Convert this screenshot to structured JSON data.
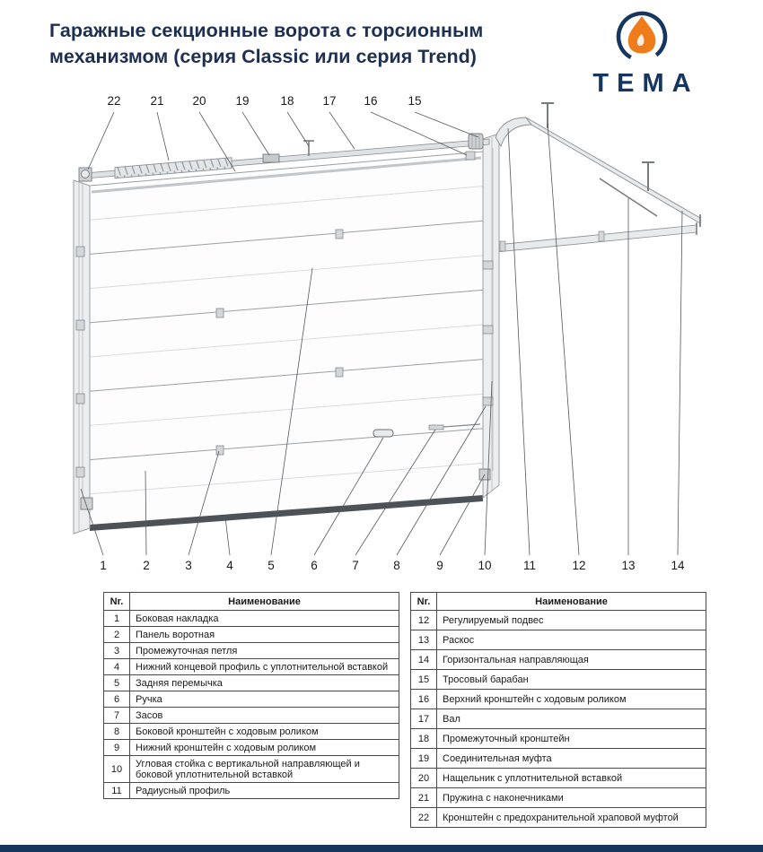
{
  "title": {
    "line1": "Гаражные секционные ворота с торсионным",
    "line2": "механизмом (серия Classic или серия Trend)"
  },
  "logo": {
    "text": "ТЕМА"
  },
  "colors": {
    "navy": "#17365d",
    "orange": "#ef7c1a"
  },
  "diagram": {
    "top_callouts": [
      "22",
      "21",
      "20",
      "19",
      "18",
      "17",
      "16",
      "15"
    ],
    "bottom_callouts": [
      "1",
      "2",
      "3",
      "4",
      "5",
      "6",
      "7",
      "8",
      "9",
      "10",
      "11",
      "12",
      "13",
      "14"
    ]
  },
  "tables": {
    "left": {
      "headers": [
        "Nr.",
        "Наименование"
      ],
      "rows": [
        [
          "1",
          "Боковая накладка"
        ],
        [
          "2",
          "Панель воротная"
        ],
        [
          "3",
          "Промежуточная петля"
        ],
        [
          "4",
          "Нижний концевой профиль с уплотнительной вставкой"
        ],
        [
          "5",
          "Задняя перемычка"
        ],
        [
          "6",
          "Ручка"
        ],
        [
          "7",
          "Засов"
        ],
        [
          "8",
          "Боковой кронштейн с ходовым роликом"
        ],
        [
          "9",
          "Нижний кронштейн с ходовым роликом"
        ],
        [
          "10",
          "Угловая стойка с вертикальной направляющей и боковой уплотнительной вставкой"
        ],
        [
          "11",
          "Радиусный профиль"
        ]
      ]
    },
    "right": {
      "headers": [
        "Nr.",
        "Наименование"
      ],
      "rows": [
        [
          "12",
          "Регулируемый подвес"
        ],
        [
          "13",
          "Раскос"
        ],
        [
          "14",
          "Горизонтальная направляющая"
        ],
        [
          "15",
          "Тросовый барабан"
        ],
        [
          "16",
          "Верхний кронштейн с ходовым роликом"
        ],
        [
          "17",
          "Вал"
        ],
        [
          "18",
          "Промежуточный кронштейн"
        ],
        [
          "19",
          "Соединительная муфта"
        ],
        [
          "20",
          "Нащельник с уплотнительной вставкой"
        ],
        [
          "21",
          "Пружина с наконечниками"
        ],
        [
          "22",
          "Кронштейн с предохранительной храповой муфтой"
        ]
      ]
    }
  }
}
